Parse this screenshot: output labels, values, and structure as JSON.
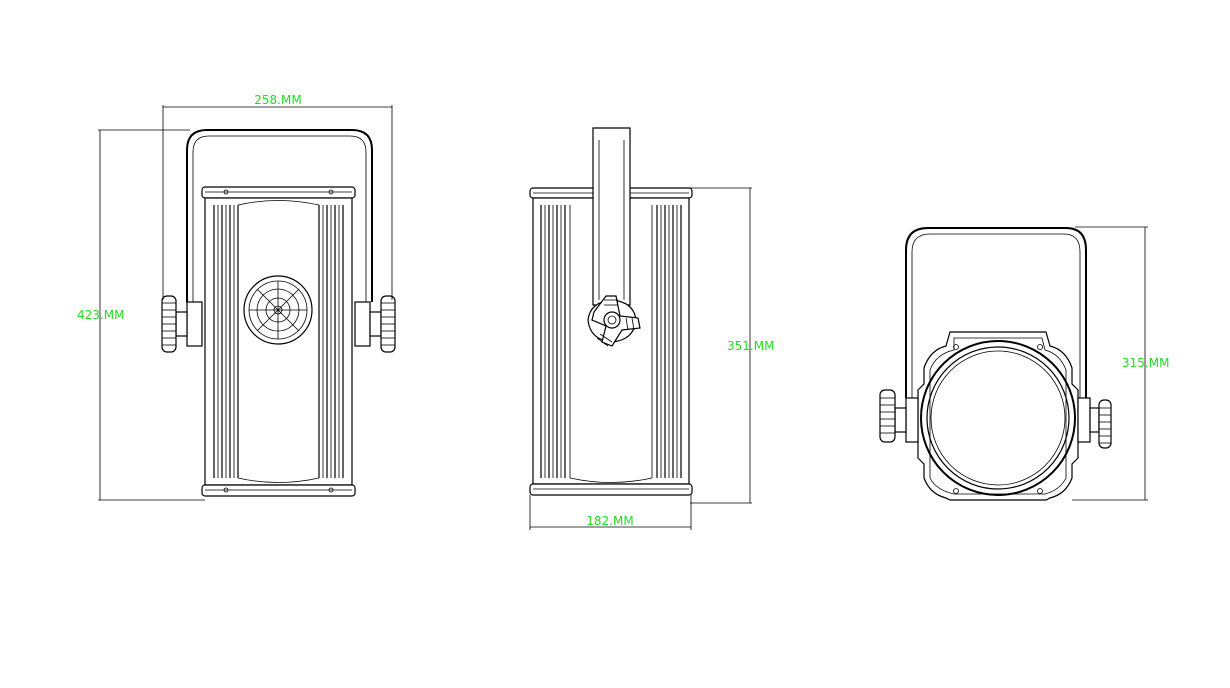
{
  "colors": {
    "background": "#ffffff",
    "line": "#000000",
    "dimension_text": "#22dd22"
  },
  "dimensions": {
    "front_width": "258.MM",
    "front_height": "423.MM",
    "side_height": "351.MM",
    "side_width": "182.MM",
    "lens_height": "315.MM"
  }
}
